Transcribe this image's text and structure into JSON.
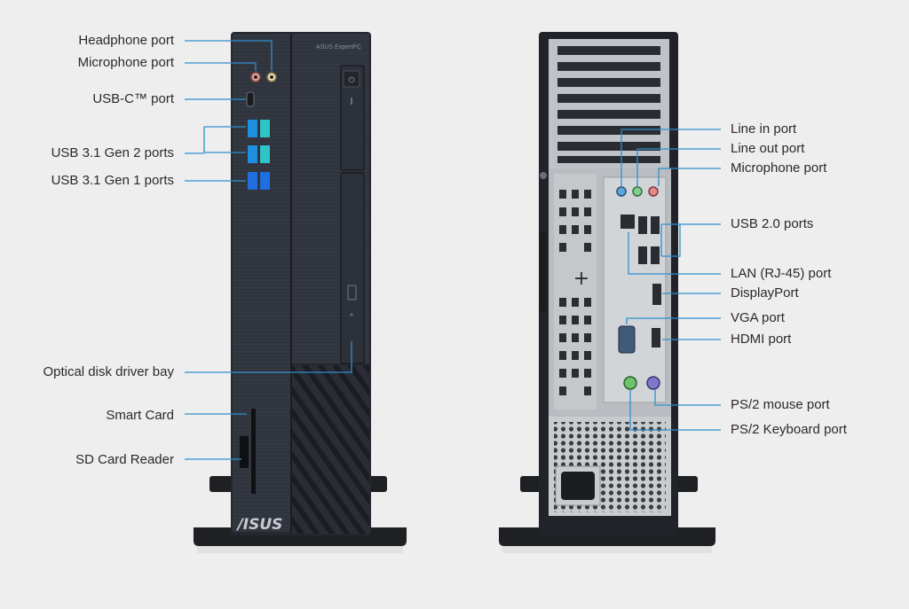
{
  "front": {
    "brand_text": "ASUS ExpertPC",
    "logo_text": "/ISUS",
    "labels": {
      "headphone": "Headphone port",
      "microphone": "Microphone port",
      "usbc": "USB-C™ port",
      "usb_gen2": "USB 3.1 Gen 2 ports",
      "usb_gen1": "USB 3.1 Gen 1 ports",
      "optical": "Optical disk driver bay",
      "smart_card": "Smart Card",
      "sd_card": "SD Card Reader"
    }
  },
  "back": {
    "labels": {
      "line_in": "Line in port",
      "line_out": "Line out port",
      "microphone": "Microphone port",
      "usb2": "USB 2.0 ports",
      "lan": "LAN (RJ-45) port",
      "displayport": "DisplayPort",
      "vga": "VGA port",
      "hdmi": "HDMI port",
      "ps2_mouse": "PS/2 mouse port",
      "ps2_keyboard": "PS/2 Keyboard port"
    }
  },
  "colors": {
    "background": "#eeeeee",
    "case": "#2b2f38",
    "leader": "#2f8fd0",
    "usb_blue": "#1f8fe0",
    "usb_teal": "#2ec4c8",
    "audio_pink": "#e28a8a",
    "audio_green": "#7fcf8f",
    "audio_blue": "#5aa7e0",
    "panel_metal": "#bfc3c7"
  }
}
